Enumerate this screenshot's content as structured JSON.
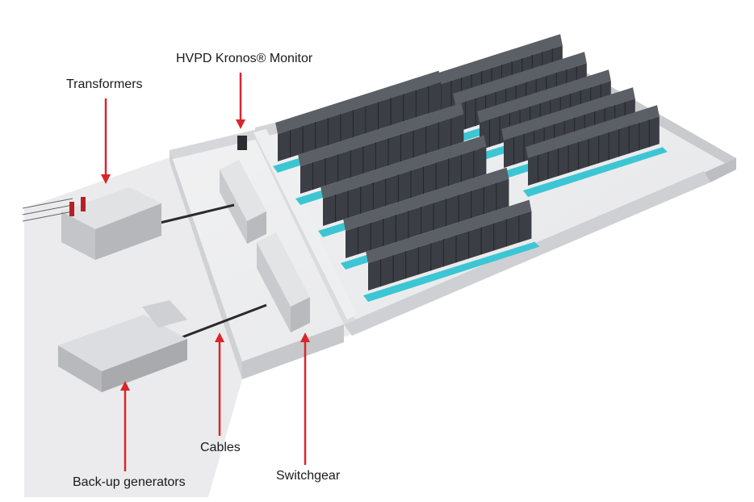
{
  "labels": {
    "monitor": "HVPD Kronos® Monitor",
    "transformers": "Transformers",
    "cables": "Cables",
    "generators": "Back-up generators",
    "switchgear": "Switchgear"
  },
  "colors": {
    "arrow": "#d9262b",
    "cooling_strip": "#3cc6d4",
    "rack_top": "#5b5f66",
    "rack_front": "#3b3e44",
    "floor": "#ececee",
    "wall": "#d9dadd",
    "equipment": "#cfd1d4"
  },
  "rack_rows": {
    "front_count": 5,
    "back_count": 5,
    "racks_per_row": 13
  }
}
